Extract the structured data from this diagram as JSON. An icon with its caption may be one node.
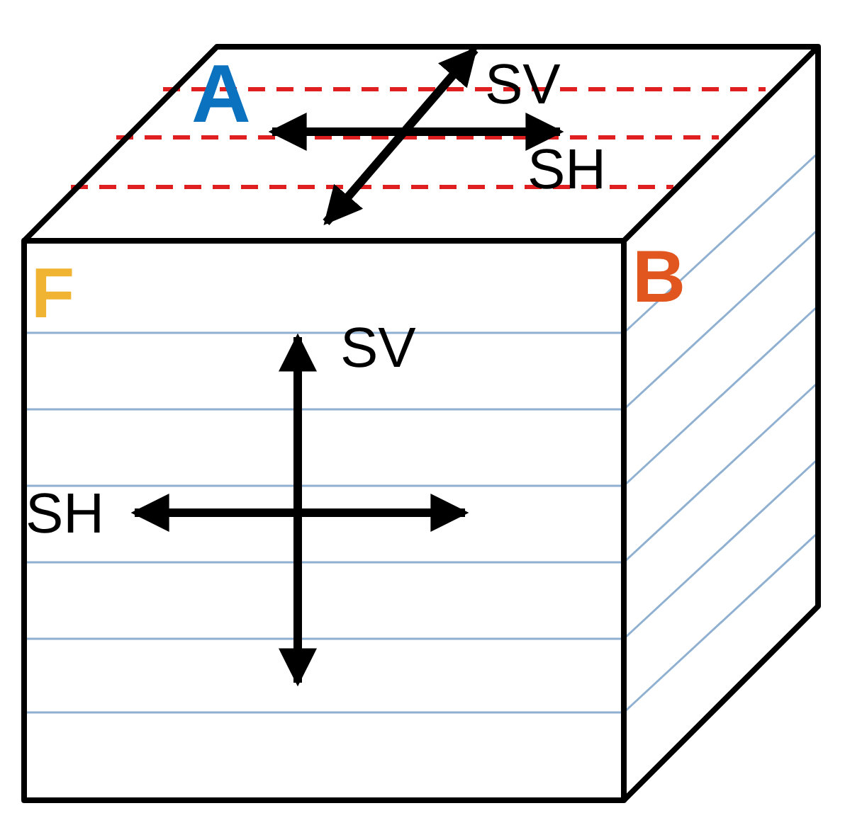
{
  "diagram": {
    "labels": [
      "A",
      "SV",
      "SH",
      "F",
      "B",
      "SV",
      "SH"
    ]
  }
}
